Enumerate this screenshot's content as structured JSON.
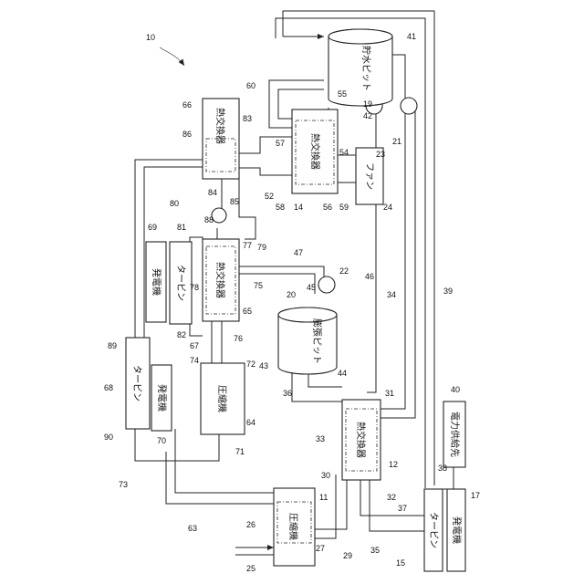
{
  "figure_ref": "10",
  "components": {
    "water_pit": "貯水ピット",
    "expansion_pit": "膨張ピット",
    "hx_upper": "熱交換器",
    "hx_right": "熱交換器",
    "hx_mid": "熱交換器",
    "hx_lower": "熱交換器",
    "fan": "ファン",
    "generator_a": "発電機",
    "turbine_a": "タービン",
    "turbine_b": "タービン",
    "generator_b": "発電機",
    "compressor_a": "圧縮機",
    "compressor_b": "圧縮機",
    "turbine_c": "タービン",
    "generator_c": "発電機",
    "power_dest": "電力供給先"
  },
  "refs": {
    "r11": "11",
    "r12": "12",
    "r14": "14",
    "r15": "15",
    "r17": "17",
    "r19": "19",
    "r20": "20",
    "r21": "21",
    "r22": "22",
    "r23": "23",
    "r24": "24",
    "r25": "25",
    "r26": "26",
    "r27": "27",
    "r29": "29",
    "r30": "30",
    "r31": "31",
    "r32": "32",
    "r33": "33",
    "r34": "34",
    "r35": "35",
    "r36": "36",
    "r37": "37",
    "r38": "38",
    "r39": "39",
    "r40": "40",
    "r41": "41",
    "r42": "42",
    "r43": "43",
    "r44": "44",
    "r45": "45",
    "r46": "46",
    "r47": "47",
    "r52": "52",
    "r54": "54",
    "r55": "55",
    "r56": "56",
    "r57": "57",
    "r58": "58",
    "r59": "59",
    "r60": "60",
    "r63": "63",
    "r64": "64",
    "r65": "65",
    "r66": "66",
    "r67": "67",
    "r68": "68",
    "r69": "69",
    "r70": "70",
    "r71": "71",
    "r72": "72",
    "r73": "73",
    "r74": "74",
    "r75": "75",
    "r76": "76",
    "r77": "77",
    "r78": "78",
    "r79": "79",
    "r80": "80",
    "r81": "81",
    "r82": "82",
    "r83": "83",
    "r84": "84",
    "r85": "85",
    "r86": "86",
    "r88": "88",
    "r89": "89",
    "r90": "90"
  }
}
